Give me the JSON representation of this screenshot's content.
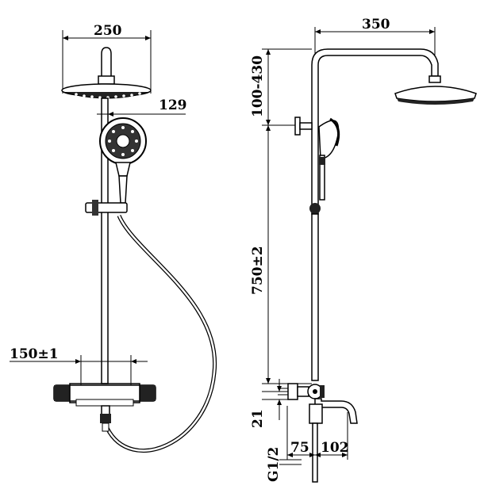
{
  "dimensions": {
    "head_diameter": "250",
    "hand_shower_offset": "129",
    "mixer_centers": "150±1",
    "arm_reach": "350",
    "height_adjust": "100-430",
    "rail_height": "750±2",
    "inlet_offset": "21",
    "inlet_thread": "G1/2",
    "spout_inlet": "75",
    "spout_outlet": "102"
  },
  "icons": {
    "rain_head_front": "rain-shower-head-icon",
    "hand_shower_front": "hand-shower-icon",
    "thermostat_mixer": "thermostatic-mixer-icon",
    "side_view": "shower-column-side-view-icon"
  }
}
